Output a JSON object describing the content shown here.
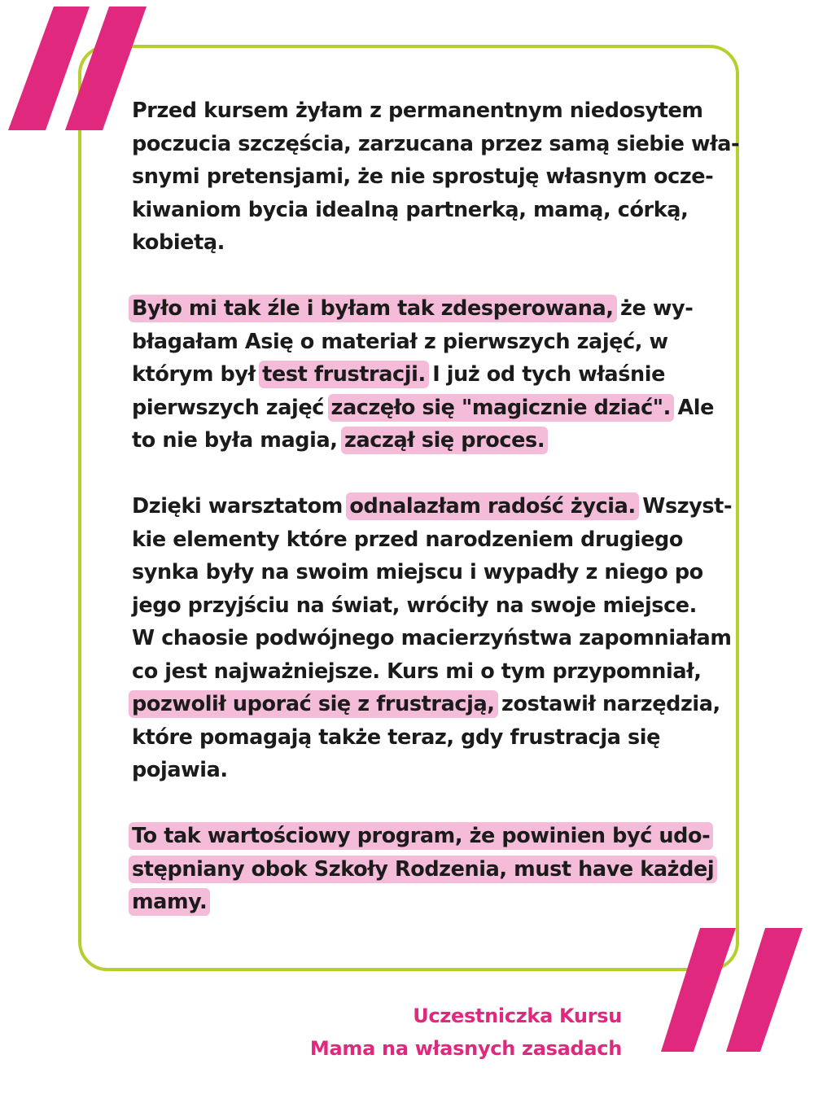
{
  "colors": {
    "accent_pink": "#e0287e",
    "highlight_pink": "#f5bcd9",
    "frame_green": "#b6cf2e",
    "text": "#1b1b1b"
  },
  "icons": {
    "open_quote": "opening-quotation-mark-icon",
    "close_quote": "closing-quotation-mark-icon"
  },
  "paragraphs": [
    {
      "lines": [
        [
          {
            "text": "Przed kursem żyłam z permanentnym niedosytem",
            "hl": false
          }
        ],
        [
          {
            "text": "poczucia szczęścia, zarzucana przez samą siebie wła-",
            "hl": false
          }
        ],
        [
          {
            "text": "snymi pretensjami, że nie sprostuję własnym ocze-",
            "hl": false
          }
        ],
        [
          {
            "text": "kiwaniom bycia idealną partnerką, mamą, córką,",
            "hl": false
          }
        ],
        [
          {
            "text": "kobietą.",
            "hl": false
          }
        ]
      ]
    },
    {
      "lines": [
        [
          {
            "text": "Było mi tak źle i byłam tak zdesperowana,",
            "hl": true
          },
          {
            "text": "  że  wy-",
            "hl": false
          }
        ],
        [
          {
            "text": "błagałam Asię o materiał z pierwszych zajęć, w",
            "hl": false
          }
        ],
        [
          {
            "text": "którym był ",
            "hl": false
          },
          {
            "text": "test frustracji.",
            "hl": true
          },
          {
            "text": " I już od tych właśnie",
            "hl": false
          }
        ],
        [
          {
            "text": "pierwszych zajęć ",
            "hl": false
          },
          {
            "text": "zaczęło się \"magicznie dziać\".",
            "hl": true
          },
          {
            "text": " Ale",
            "hl": false
          }
        ],
        [
          {
            "text": "to nie była magia, ",
            "hl": false
          },
          {
            "text": "zaczął się proces.",
            "hl": true
          }
        ]
      ]
    },
    {
      "lines": [
        [
          {
            "text": "Dzięki warsztatom ",
            "hl": false
          },
          {
            "text": "odnalazłam radość życia.",
            "hl": true
          },
          {
            "text": " Wszyst-",
            "hl": false
          }
        ],
        [
          {
            "text": "kie elementy które przed narodzeniem drugiego",
            "hl": false
          }
        ],
        [
          {
            "text": "synka były na swoim miejscu i wypadły z niego po",
            "hl": false
          }
        ],
        [
          {
            "text": "jego przyjściu na świat, wróciły na swoje miejsce.",
            "hl": false
          }
        ],
        [
          {
            "text": "W chaosie podwójnego macierzyństwa zapomniałam",
            "hl": false
          }
        ],
        [
          {
            "text": "co jest najważniejsze. Kurs mi o tym przypomniał,",
            "hl": false
          }
        ],
        [
          {
            "text": "pozwolił uporać się z frustracją,",
            "hl": true
          },
          {
            "text": " zostawił narzędzia,",
            "hl": false
          }
        ],
        [
          {
            "text": "które pomagają także teraz, gdy frustracja się",
            "hl": false
          }
        ],
        [
          {
            "text": "pojawia.",
            "hl": false
          }
        ]
      ]
    },
    {
      "lines": [
        [
          {
            "text": "To tak wartościowy program, że powinien być udo-",
            "hl": true
          }
        ],
        [
          {
            "text": "stępniany obok Szkoły Rodzenia, must have każdej",
            "hl": true
          }
        ],
        [
          {
            "text": "mamy.",
            "hl": true
          }
        ]
      ]
    }
  ],
  "signature": {
    "line1": "Uczestniczka Kursu",
    "line2": "Mama na własnych zasadach"
  }
}
